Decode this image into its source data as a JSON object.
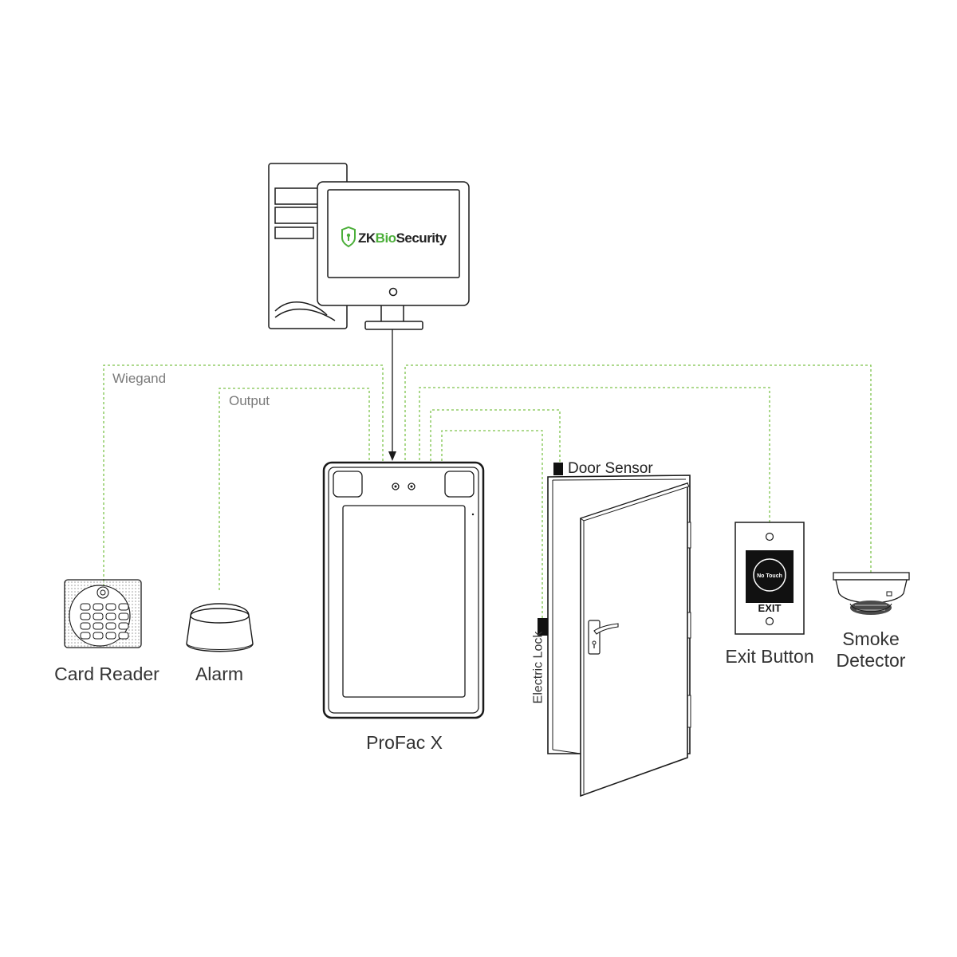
{
  "software": {
    "brand_zk": "ZK",
    "brand_bio": "Bio",
    "brand_security": "Security"
  },
  "wires": {
    "wiegand": "Wiegand",
    "output": "Output"
  },
  "devices": {
    "card_reader": "Card Reader",
    "alarm": "Alarm",
    "terminal": "ProFac X",
    "door_sensor": "Door Sensor",
    "electric_lock": "Electric Lock",
    "exit_button": "Exit Button",
    "exit_button_face": "No Touch",
    "exit_button_tag": "EXIT",
    "smoke_detector_line1": "Smoke",
    "smoke_detector_line2": "Detector"
  },
  "colors": {
    "wire": "#7dc24b",
    "brand_green": "#4caf3a",
    "outline": "#1a1a1a"
  }
}
